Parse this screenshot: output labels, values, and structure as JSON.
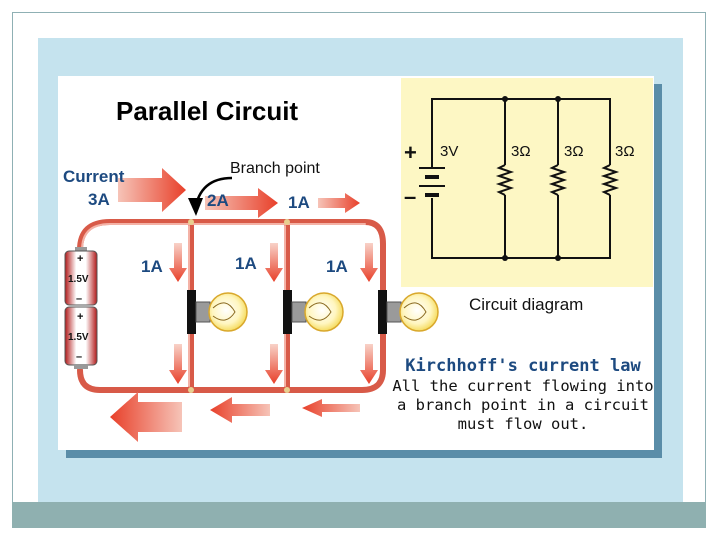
{
  "title": "Parallel Circuit",
  "labels": {
    "current": "Current",
    "current_value": "3A",
    "branch_point": "Branch point",
    "top_2a": "2A",
    "top_1a": "1A",
    "branch_1": "1A",
    "branch_2": "1A",
    "branch_3": "1A",
    "battery_plus_1": "+",
    "battery_voltage_1": "1.5V",
    "battery_minus_1": "–",
    "battery_plus_2": "+",
    "battery_voltage_2": "1.5V",
    "battery_minus_2": "–"
  },
  "circuit_diagram": {
    "plus": "+",
    "minus": "–",
    "voltage": "3V",
    "resistors": [
      "3Ω",
      "3Ω",
      "3Ω"
    ],
    "caption": "Circuit diagram"
  },
  "kirchhoff": {
    "heading": "Kirchhoff's current law",
    "line1": "All the current flowing into",
    "line2": "a branch point in a circuit",
    "line3": "must flow out."
  },
  "colors": {
    "wire": "#e06a58",
    "arrow": "#e8402a",
    "label_blue": "#1d4a80",
    "diagram_bg": "#fdf7c4",
    "panel_blue": "#c5e3ee"
  }
}
